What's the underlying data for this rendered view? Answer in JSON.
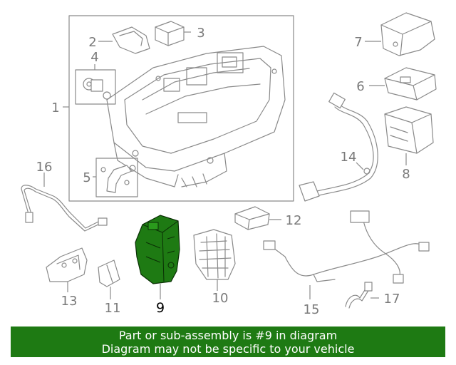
{
  "highlight_color": "#1e7a13",
  "part_color": "#8a8a8a",
  "callouts": [
    "1",
    "2",
    "3",
    "4",
    "5",
    "6",
    "7",
    "8",
    "9",
    "10",
    "11",
    "12",
    "13",
    "14",
    "15",
    "16",
    "17"
  ],
  "highlighted_callout": "9",
  "banner": {
    "line1": "Part or sub-assembly is #9 in diagram",
    "line2": "Diagram may not be specific to your vehicle",
    "background": "#1e7a13"
  }
}
